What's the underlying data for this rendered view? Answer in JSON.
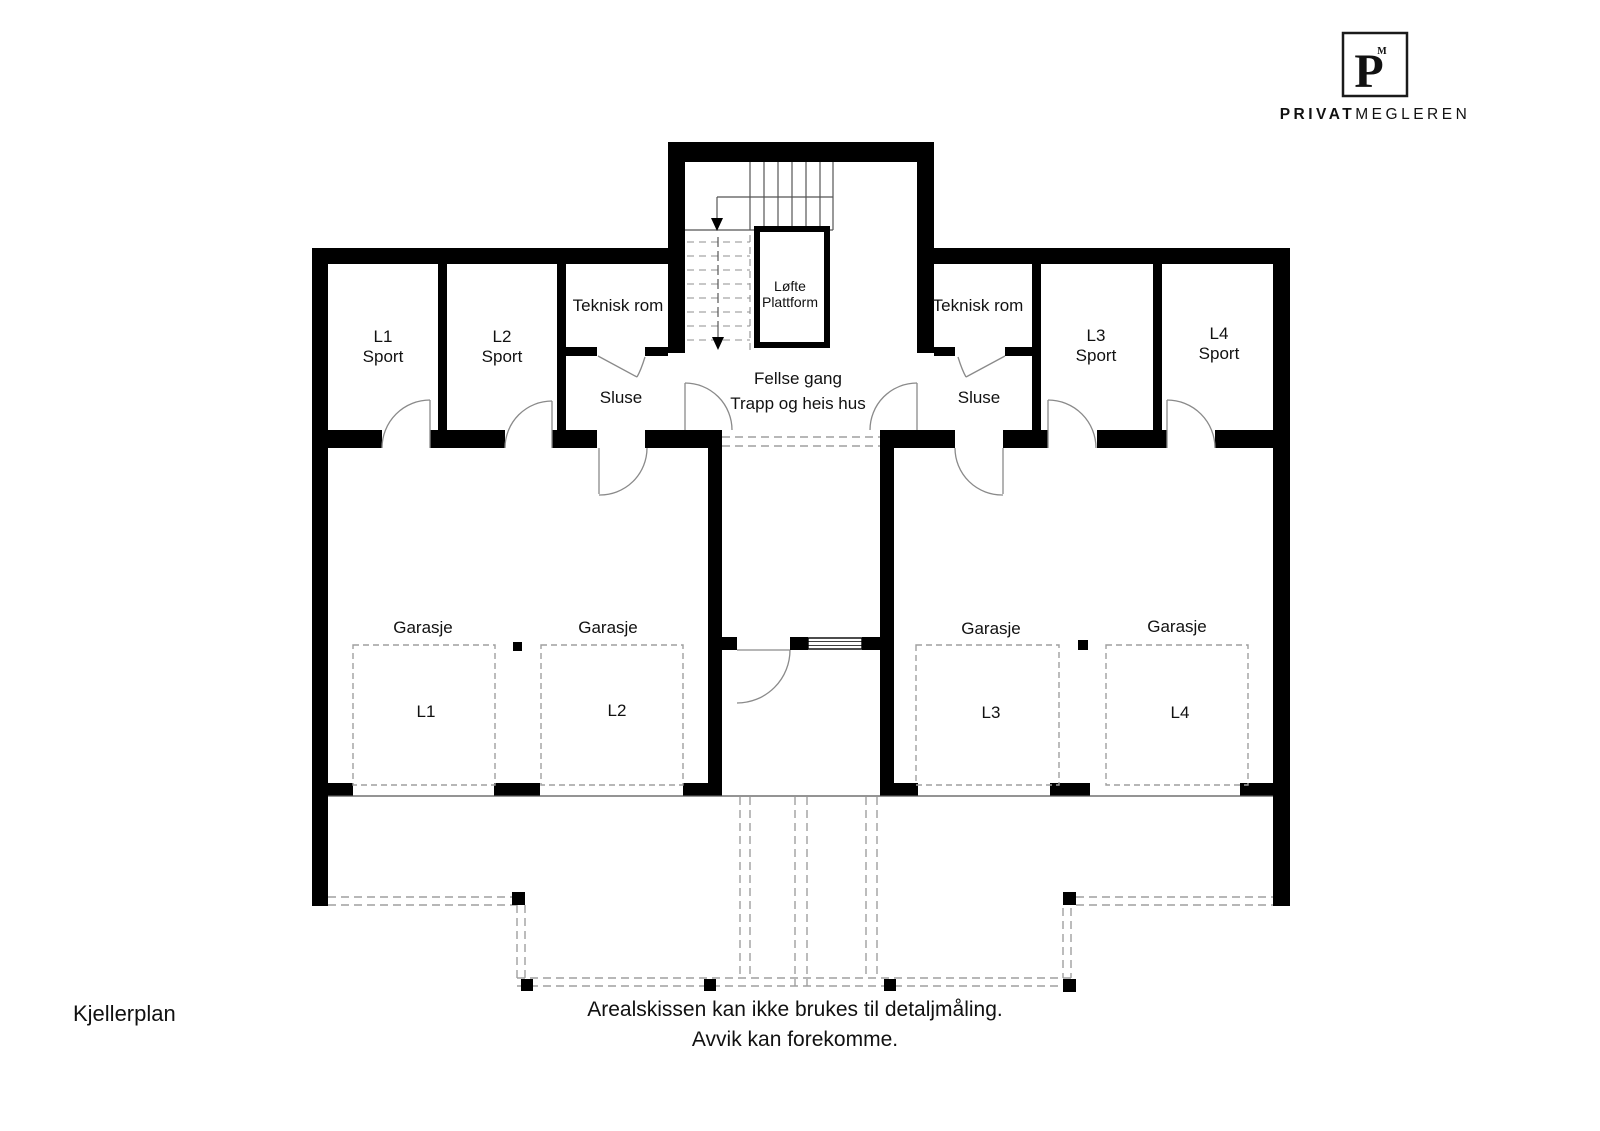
{
  "colors": {
    "wall": "#000000",
    "thin_line": "#555555",
    "door_arc": "#8a8a8a",
    "dashed": "#9f9f9f",
    "text": "#111111",
    "background": "#ffffff"
  },
  "logo": {
    "monogram": "P",
    "trademark_mark": "M",
    "brand_bold": "PRIVAT",
    "brand_light": "MEGLEREN"
  },
  "plan_title": "Kjellerplan",
  "rooms": {
    "sport_l1": {
      "line1": "L1",
      "line2": "Sport"
    },
    "sport_l2": {
      "line1": "L2",
      "line2": "Sport"
    },
    "sport_l3": {
      "line1": "L3",
      "line2": "Sport"
    },
    "sport_l4": {
      "line1": "L4",
      "line2": "Sport"
    },
    "teknisk_left": "Teknisk rom",
    "teknisk_right": "Teknisk rom",
    "sluse_left": "Sluse",
    "sluse_right": "Sluse",
    "lift": {
      "line1": "Løfte",
      "line2": "Plattform"
    },
    "hall": {
      "line1": "Fellse gang",
      "line2": "Trapp og heis hus"
    }
  },
  "garage": {
    "labels": [
      "Garasje",
      "Garasje",
      "Garasje",
      "Garasje"
    ],
    "spots": [
      "L1",
      "L2",
      "L3",
      "L4"
    ]
  },
  "disclaimer": {
    "line1": "Arealskissen kan ikke brukes til detaljmåling.",
    "line2": "Avvik kan forekomme."
  }
}
